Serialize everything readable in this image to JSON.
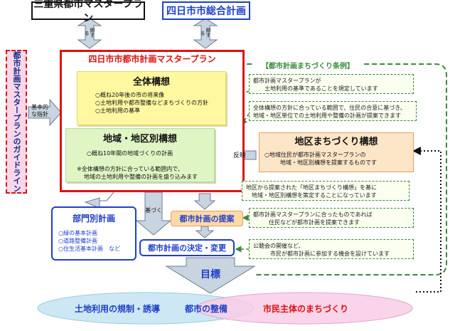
{
  "top": {
    "mie_plan": "三重県都市マスタープラン",
    "comprehensive_plan": "四日市市総合計画",
    "sokusuru": "即する"
  },
  "guideline": {
    "text": "都市計画マスタープランのガイドライン",
    "arrow_label": "基本的な指針"
  },
  "master_plan": {
    "title": "四日市市都市計画マスタープラン",
    "overall": {
      "title": "全体構想",
      "items": [
        "○概ね20年後の市の将来像",
        "○土地利用や都市整備などまちづくりの方針",
        "○土地利用の基準"
      ]
    },
    "regional": {
      "title": "地域・地区別構想",
      "items": [
        "○概ね10年間の地域づくりの計画"
      ],
      "note": [
        "※全体構想の方針に合っている範囲内で、",
        "地域の土地利用や整備の計画を盛り込みます"
      ]
    }
  },
  "ordinance": {
    "title": "【都市計画まちづくり条例】",
    "rules": [
      [
        "都市計画マスタープランが",
        "土地利用の基準であることを規定しています"
      ],
      [
        "全体構想の方針に合っている範囲で、住民の合意に基づき、",
        "地域・地区単位での土地利用や整備の計画が提案できます"
      ],
      [
        "地区から提案された「地区まちづくり構想」を基に",
        "地域・地区別構想を策定することになっています"
      ],
      [
        "都市計画マスタープランに合ったものであれば",
        "住民などが都市計画を提案できます"
      ],
      [
        "公聴会の開催など、",
        "市民が都市計画に参加する機会を設けています"
      ]
    ]
  },
  "district": {
    "title": "地区まちづくり構想",
    "items": [
      "○地域住民が都市計画マスタープランの",
      "地域・地区別構想を提案するものです"
    ],
    "arrow_label": "反映"
  },
  "sector": {
    "title": "部門別計画",
    "items": [
      "○緑の基本計画",
      "○道路整備計画",
      "○住生活基本計画　など"
    ]
  },
  "flow": {
    "based_on": "基づく",
    "proposal": "都市計画の提案",
    "decision": "都市計画の決定・変更",
    "goal": "目標"
  },
  "goals": [
    "土地利用の規制・誘導",
    "都市の整備",
    "市民主体のまちづくり"
  ],
  "colors": {
    "master_red": "#e01010",
    "overall_yellow": "#fff8a0",
    "regional_green": "#dff5c4",
    "blue_border": "#1e3fc8",
    "proposal_orange": "#ffd9a8",
    "district_orange": "#fde6c8",
    "green_dash": "#3a8a3a",
    "guide_bg": "#f8d8e8",
    "arrow_fill": "#c8d4e0",
    "goal_cyan": "#cde8f4",
    "goal_pink": "#f8cde6"
  }
}
